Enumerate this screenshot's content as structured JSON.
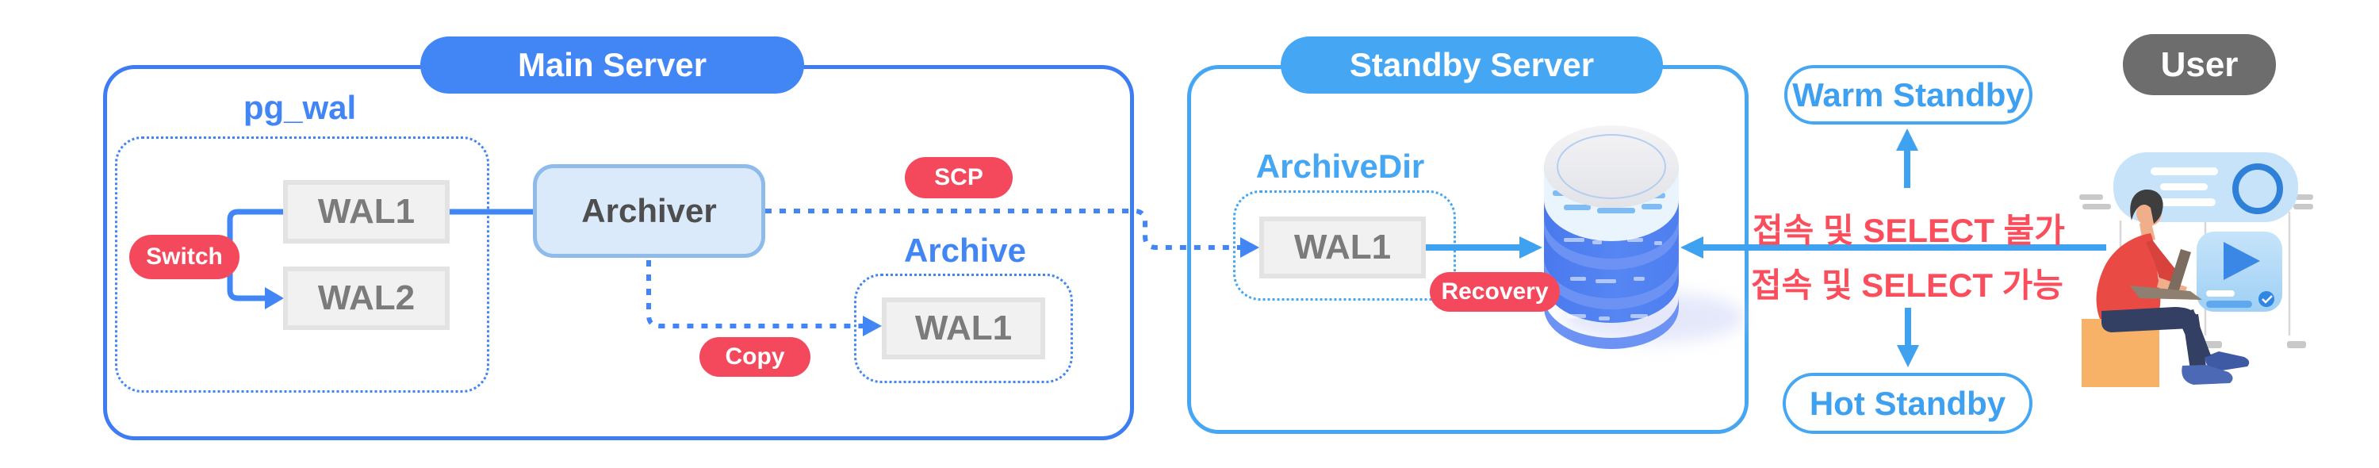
{
  "colors": {
    "royal": "#4285F4",
    "royal-border": "#3D7CF2",
    "sky": "#45A7F3",
    "sky-arrow": "#3EA2F0",
    "sky-text": "#3EA0F0",
    "red": "#F4485C",
    "red-text": "#FB4E5D",
    "gray-pill": "#6D6D6D",
    "wal-fill": "#F1F1F1",
    "wal-border": "#E3E3E3",
    "wal-text": "#7B7B7B",
    "archiver-fill": "#DAEAFA",
    "archiver-border": "#8FBBEB",
    "archiver-text": "#4E4E4E"
  },
  "main": {
    "title": "Main Server",
    "pg_wal_label": "pg_wal",
    "wal1": "WAL1",
    "wal2": "WAL2",
    "switch_badge": "Switch",
    "archiver": "Archiver",
    "scp_badge": "SCP",
    "copy_badge": "Copy",
    "archive_label": "Archive",
    "archive_wal1": "WAL1"
  },
  "standby": {
    "title": "Standby Server",
    "archivedir_label": "ArchiveDir",
    "wal1": "WAL1",
    "recovery_badge": "Recovery"
  },
  "annotations": {
    "warm_standby": "Warm Standby",
    "hot_standby": "Hot Standby",
    "user": "User",
    "no_access": "접속 및 SELECT 불가",
    "access": "접속 및 SELECT 가능"
  }
}
